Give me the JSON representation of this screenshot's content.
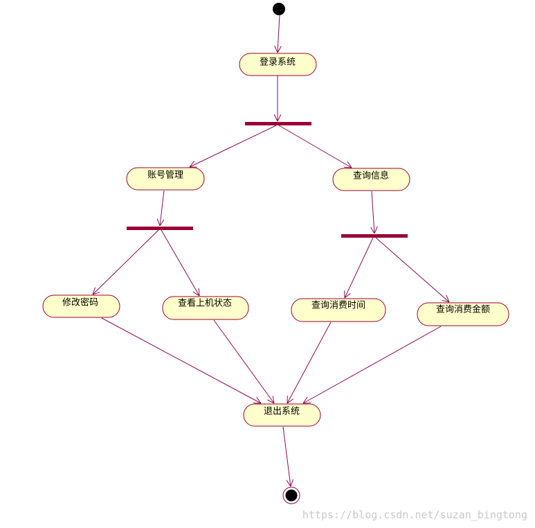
{
  "diagram": {
    "type": "uml-activity",
    "colors": {
      "node_fill": "#ffffcc",
      "node_stroke": "#990033",
      "bar_fill": "#990033",
      "edge": "#8b0a50",
      "initial": "#000000",
      "watermark": "#c9c9c9"
    },
    "nodes": [
      {
        "id": "login",
        "label": "登录系统"
      },
      {
        "id": "account",
        "label": "账号管理"
      },
      {
        "id": "query",
        "label": "查询信息"
      },
      {
        "id": "change_pwd",
        "label": "修改密码"
      },
      {
        "id": "view_status",
        "label": "查看上机状态"
      },
      {
        "id": "query_time",
        "label": "查询消费时间"
      },
      {
        "id": "query_amount",
        "label": "查询消费金额"
      },
      {
        "id": "logout",
        "label": "退出系统"
      }
    ],
    "bars": [
      "fork_main",
      "fork_account",
      "fork_query"
    ],
    "edges": [
      [
        "initial",
        "login"
      ],
      [
        "login",
        "fork_main"
      ],
      [
        "fork_main",
        "account"
      ],
      [
        "fork_main",
        "query"
      ],
      [
        "account",
        "fork_account"
      ],
      [
        "fork_account",
        "change_pwd"
      ],
      [
        "fork_account",
        "view_status"
      ],
      [
        "query",
        "fork_query"
      ],
      [
        "fork_query",
        "query_time"
      ],
      [
        "fork_query",
        "query_amount"
      ],
      [
        "change_pwd",
        "logout"
      ],
      [
        "view_status",
        "logout"
      ],
      [
        "query_time",
        "logout"
      ],
      [
        "query_amount",
        "logout"
      ],
      [
        "logout",
        "final"
      ]
    ]
  },
  "watermark": {
    "text": "https://blog.csdn.net/suzan_bingtong"
  }
}
